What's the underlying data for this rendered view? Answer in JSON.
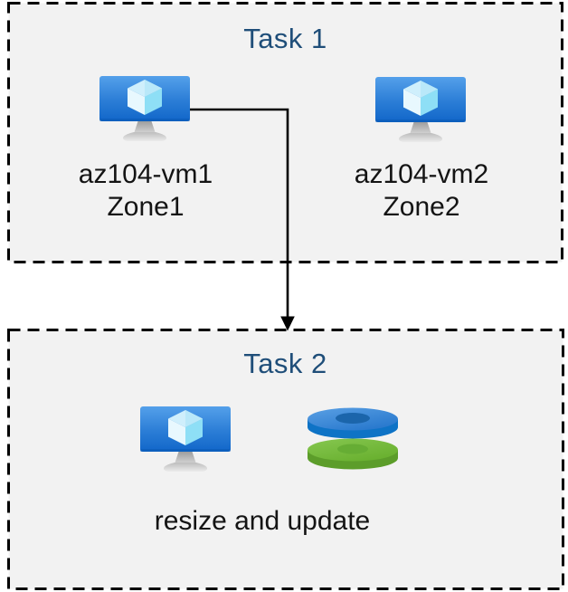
{
  "colors": {
    "box-bg": "#f2f2f2",
    "box-border": "#000000",
    "title-color": "#1f4e79",
    "label-color": "#141414",
    "arrow-color": "#000000",
    "vm-screen-top": "#4f9ce8",
    "vm-screen-bottom": "#1166c9",
    "cube-top": "#cfeffc",
    "cube-left": "#e8f8fe",
    "cube-right": "#8edff6",
    "disk-blue-top": "#3584d8",
    "disk-blue-side": "#0e73c6",
    "disk-blue-hole": "#1b65ab",
    "disk-green-top": "#74b93c",
    "disk-green-side": "#5c9d2a",
    "disk-green-hole": "#66ad34"
  },
  "task1": {
    "title": "Task 1",
    "vms": [
      {
        "name": "az104-vm1",
        "zone": "Zone1",
        "icon": "virtual-machine-icon"
      },
      {
        "name": "az104-vm2",
        "zone": "Zone2",
        "icon": "virtual-machine-icon"
      }
    ]
  },
  "task2": {
    "title": "Task 2",
    "icons": [
      "virtual-machine-icon",
      "managed-disks-icon"
    ],
    "caption": "resize and update"
  },
  "connector": {
    "style": "elbow-arrow",
    "from": "az104-vm1",
    "to": "Task 2"
  }
}
